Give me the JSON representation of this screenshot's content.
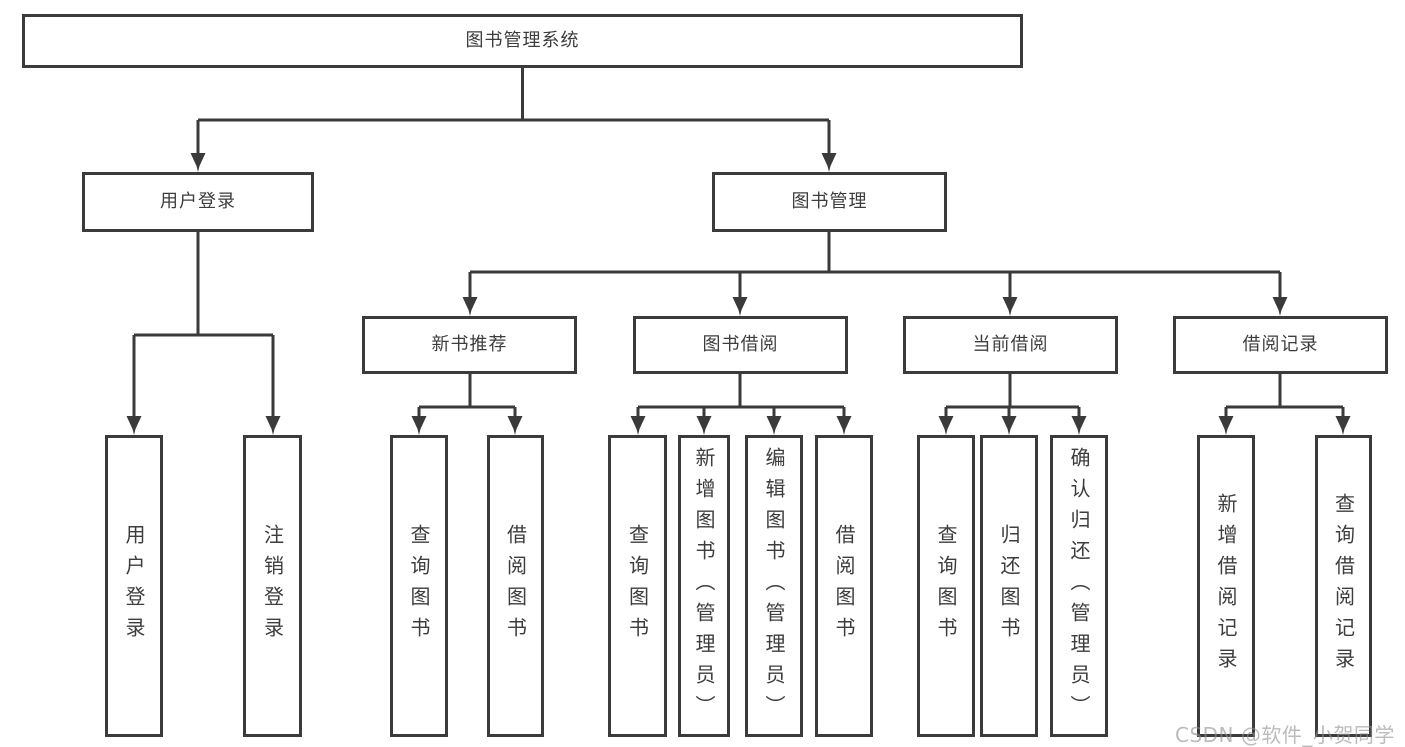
{
  "diagram_title": "图书管理系统",
  "tree": {
    "root": {
      "label": "图书管理系统"
    },
    "branches": [
      {
        "label": "用户登录",
        "children": [
          {
            "label": "用户登录"
          },
          {
            "label": "注销登录"
          }
        ]
      },
      {
        "label": "图书管理",
        "children": [
          {
            "label": "新书推荐",
            "children": [
              {
                "label": "查询图书"
              },
              {
                "label": "借阅图书"
              }
            ]
          },
          {
            "label": "图书借阅",
            "children": [
              {
                "label": "查询图书"
              },
              {
                "label": "新增图书（管理员）"
              },
              {
                "label": "编辑图书（管理员）"
              },
              {
                "label": "借阅图书"
              }
            ]
          },
          {
            "label": "当前借阅",
            "children": [
              {
                "label": "查询图书"
              },
              {
                "label": "归还图书"
              },
              {
                "label": "确认归还（管理员）"
              }
            ]
          },
          {
            "label": "借阅记录",
            "children": [
              {
                "label": "新增借阅记录"
              },
              {
                "label": "查询借阅记录"
              }
            ]
          }
        ]
      }
    ]
  },
  "watermark": "CSDN @软件_小贺同学",
  "colors": {
    "line": "#3a3a3a",
    "box_border": "#3b3b3b",
    "text": "#3d3d3d",
    "background": "#ffffff",
    "watermark": "#bdbdbd"
  }
}
